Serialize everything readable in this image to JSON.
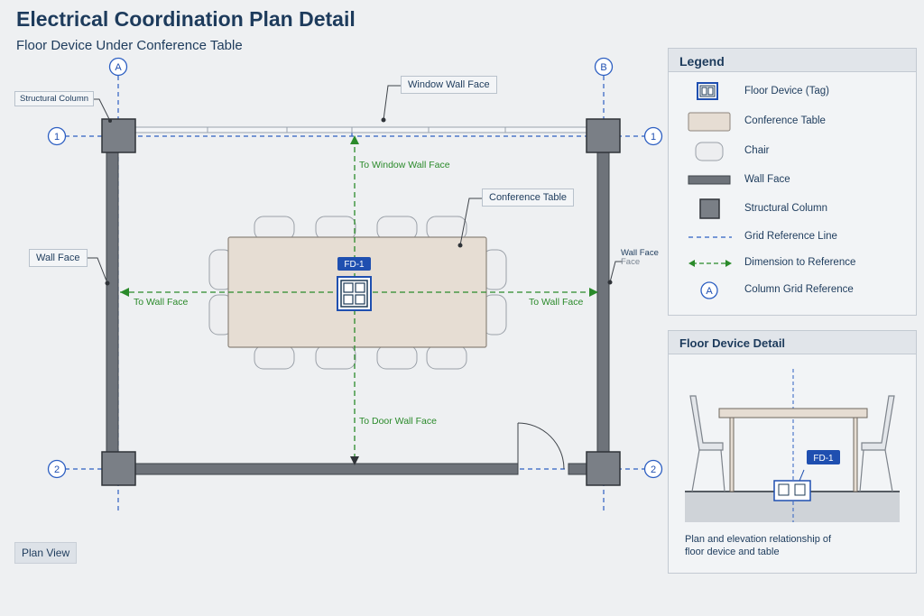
{
  "header": {
    "title": "Electrical Coordination Plan Detail",
    "subtitle": "Floor Device Under Conference Table"
  },
  "plan": {
    "grid_labels": {
      "col_a": "A",
      "col_b": "B",
      "row_1": "1",
      "row_2": "2"
    },
    "callouts": {
      "structural_column": "Structural Column",
      "window_wall_face": "Window Wall Face",
      "conference_table": "Conference Table",
      "wall_face_left": "Wall Face",
      "wall_face_right_1": "Wall Face",
      "wall_face_right_2": "Face"
    },
    "device_tag": "FD-1",
    "dimensions": {
      "to_window": "To Window Wall Face",
      "to_wall_left": "To Wall Face",
      "to_wall_right": "To Wall Face",
      "to_door": "To Door Wall Face"
    },
    "view_label": "Plan View"
  },
  "legend": {
    "title": "Legend",
    "items": [
      {
        "label": "Floor Device (Tag)",
        "icon": "floor-device-icon"
      },
      {
        "label": "Conference Table",
        "icon": "table-icon"
      },
      {
        "label": "Chair",
        "icon": "chair-icon"
      },
      {
        "label": "Wall Face",
        "icon": "wall-icon"
      },
      {
        "label": "Structural Column",
        "icon": "column-icon"
      },
      {
        "label": "Grid Reference Line",
        "icon": "grid-line-icon"
      },
      {
        "label": "Dimension to Reference",
        "icon": "dimension-arrow-icon"
      },
      {
        "label": "Column Grid Reference",
        "icon": "grid-bubble-icon"
      }
    ],
    "grid_bubble_letter": "A"
  },
  "detail": {
    "title": "Floor Device Detail",
    "device_tag": "FD-1",
    "caption": "Plan and elevation relationship of floor device and table"
  },
  "colors": {
    "accent_blue": "#1f4fb0",
    "dimension_green": "#2a8a2a",
    "wall_gray": "#6e737a",
    "table_fill": "#e6ddd3",
    "text_navy": "#1d3b5c"
  }
}
